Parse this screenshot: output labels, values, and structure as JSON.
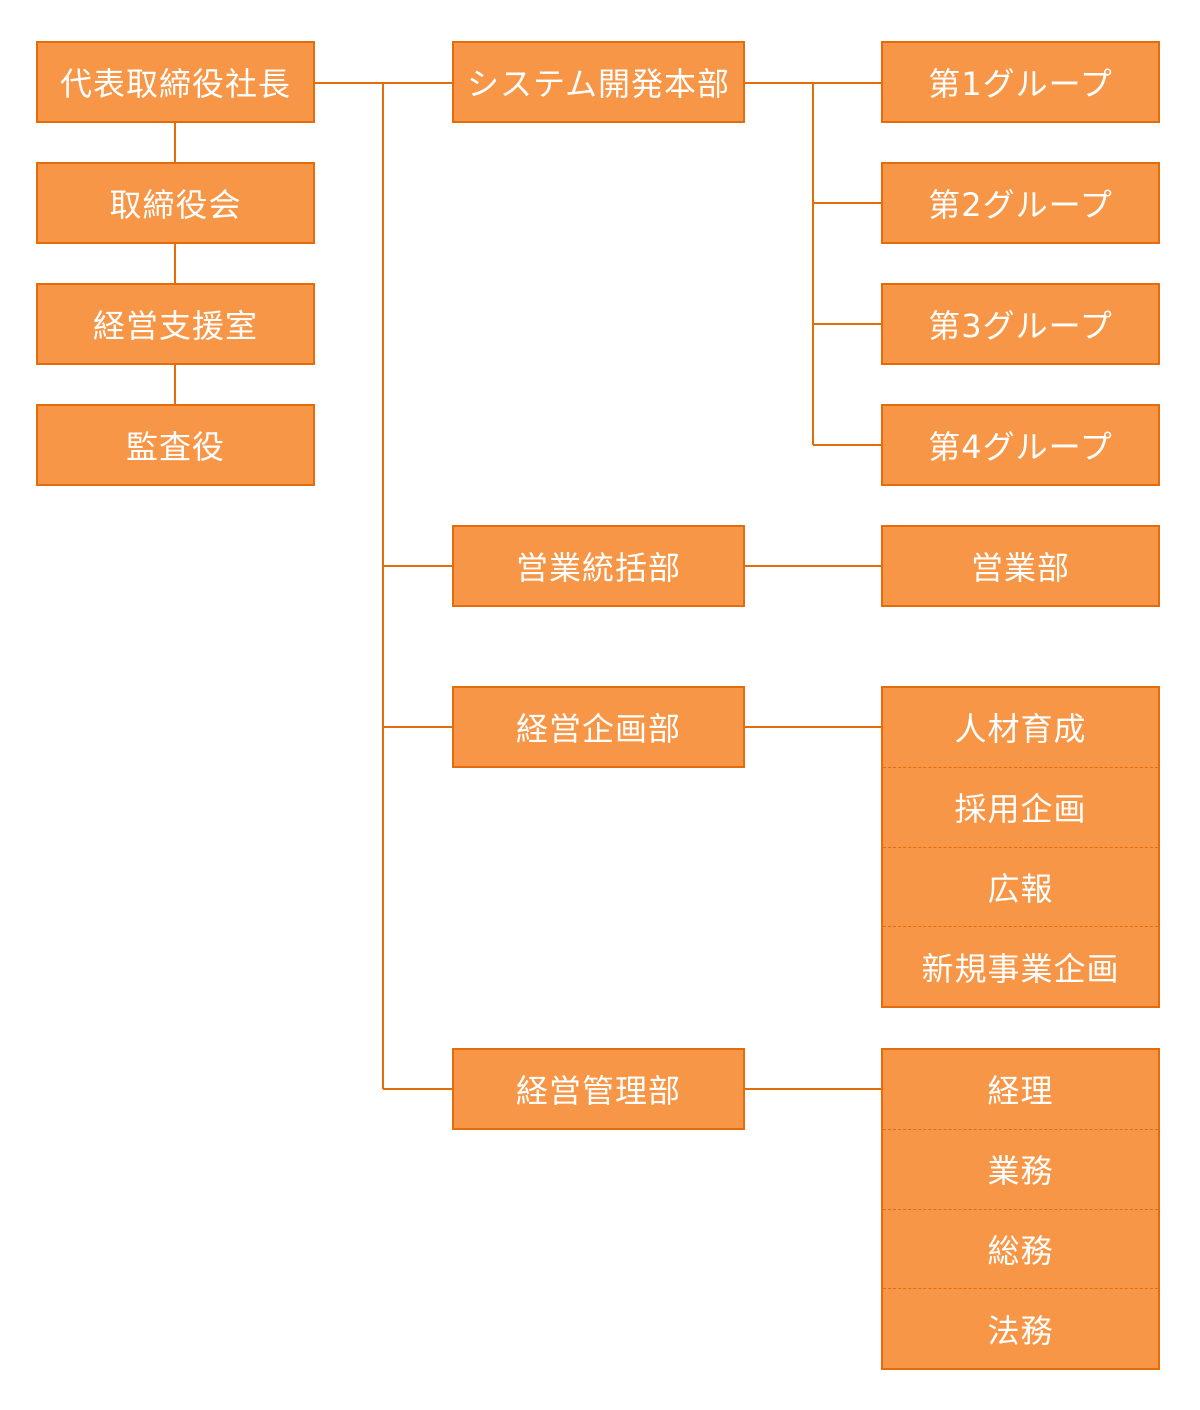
{
  "colors": {
    "box_fill": "#F79646",
    "box_border": "#E46C0A",
    "line": "#E46C0A",
    "text": "#FFFFFF"
  },
  "president": "代表取締役社長",
  "left_column": [
    "取締役会",
    "経営支援室",
    "監査役"
  ],
  "departments": {
    "system": {
      "name": "システム開発本部",
      "groups": [
        "第1グループ",
        "第2グループ",
        "第3グループ",
        "第4グループ"
      ]
    },
    "sales_hq": {
      "name": "営業統括部",
      "sub": "営業部"
    },
    "planning": {
      "name": "経営企画部",
      "sections": [
        "人材育成",
        "採用企画",
        "広報",
        "新規事業企画"
      ]
    },
    "management": {
      "name": "経営管理部",
      "sections": [
        "経理",
        "業務",
        "総務",
        "法務"
      ]
    }
  }
}
